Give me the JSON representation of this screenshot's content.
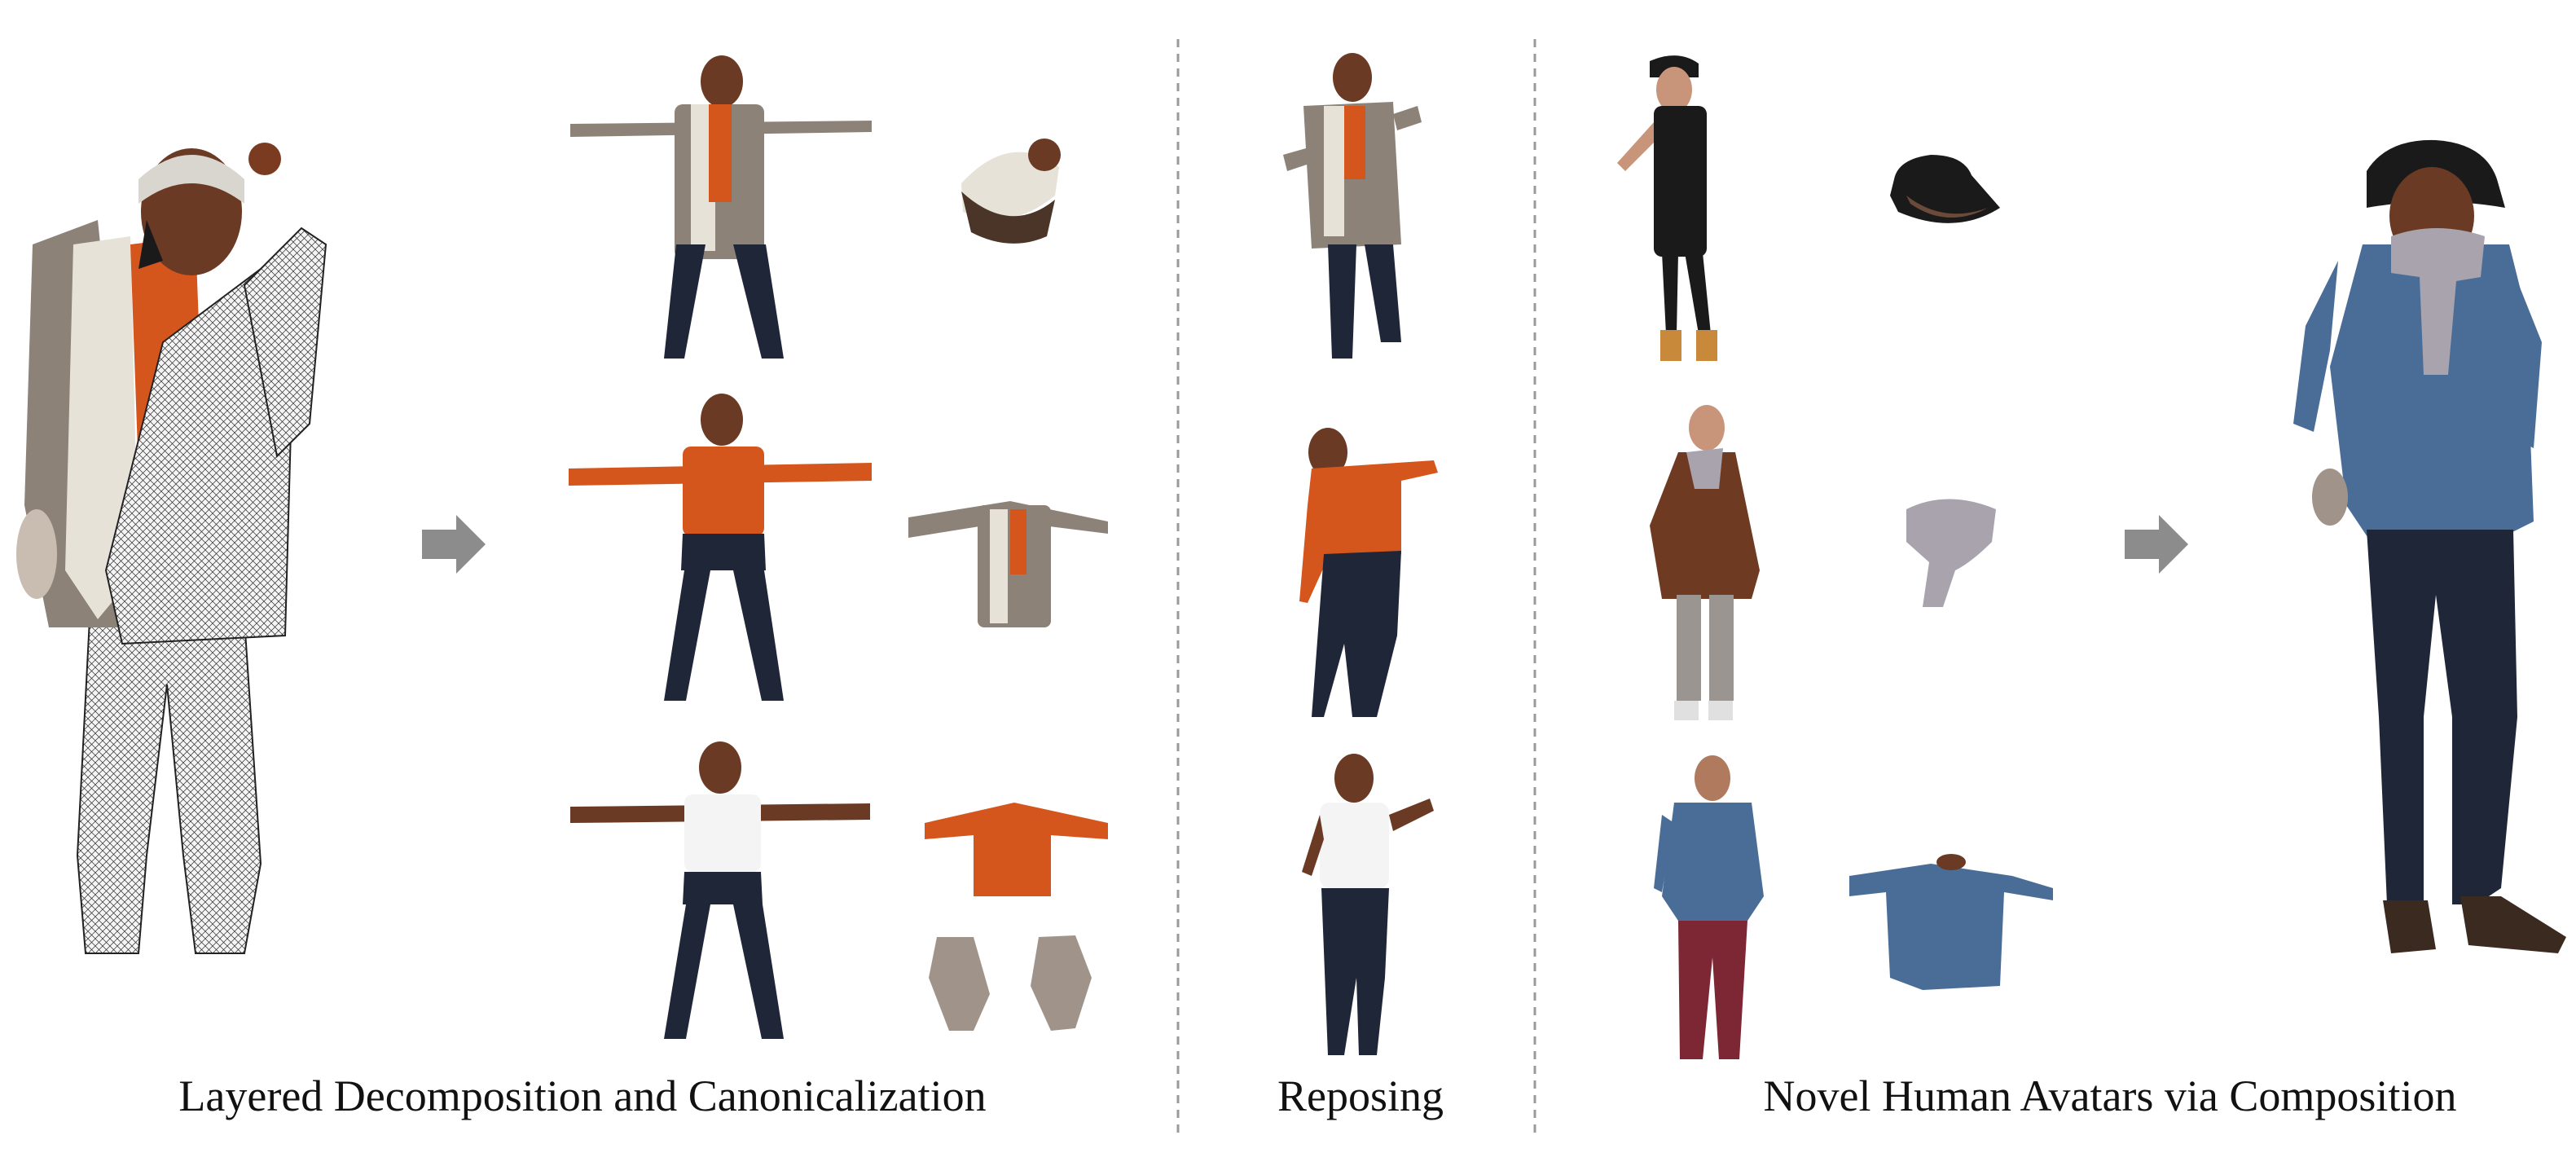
{
  "sections": {
    "decomposition": {
      "caption": "Layered Decomposition and Canonicalization"
    },
    "reposing": {
      "caption": "Reposing"
    },
    "composition": {
      "caption": "Novel Human Avatars via Composition"
    }
  },
  "colors": {
    "skin": "#6b3a24",
    "orange": "#d4561c",
    "cardigan_white": "#e6e2d8",
    "cardigan_grey": "#8c8277",
    "jeans": "#1e2638",
    "tshirt": "#f4f4f4",
    "black": "#1a1a1a",
    "denim": "#4a6d98",
    "brown_coat": "#6e3a22",
    "scarf": "#a8a3ad",
    "maroon": "#7d2634",
    "gloves": "#a0948a",
    "mesh": "#f2f2f2",
    "arrow": "#8c8c8c",
    "divider": "#9a9a9a"
  },
  "icons": [
    "arrow-right-icon",
    "arrow-right-icon"
  ]
}
